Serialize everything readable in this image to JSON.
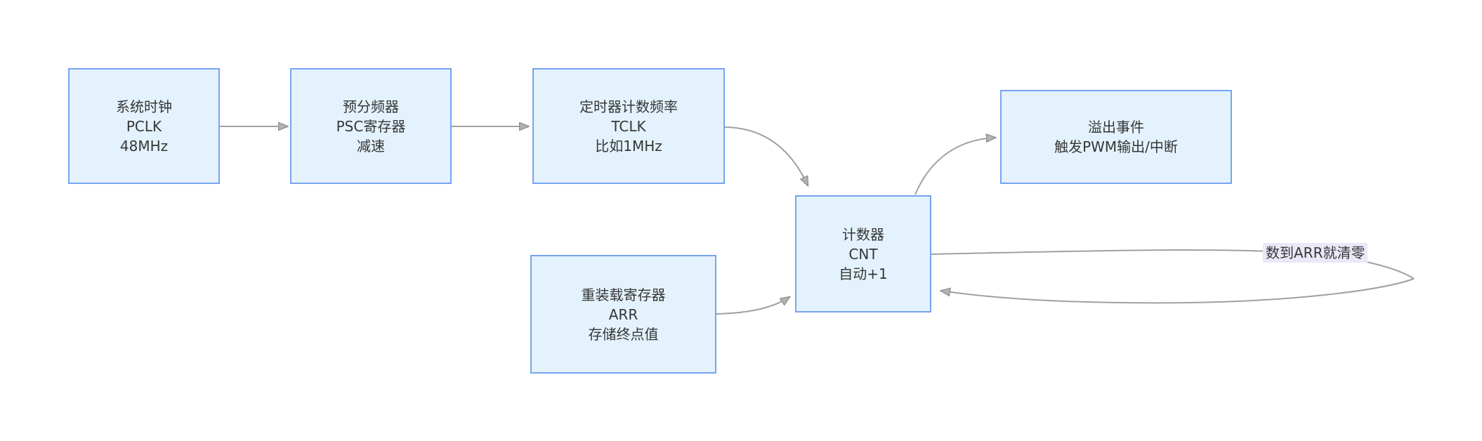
{
  "diagram": {
    "title": "timer-counter-flow-diagram",
    "colors": {
      "background": "#ffffff",
      "node_fill": "#e3f2fc",
      "node_border": "#77a4f0",
      "edge_stroke": "#a0a0a0",
      "arrowhead_fill": "#b3b3b3",
      "text": "#363636",
      "edge_label_bg": "#ece7f8"
    },
    "nodes": [
      {
        "id": "system-clock",
        "lines": [
          "系统时钟",
          "PCLK",
          "48MHz"
        ]
      },
      {
        "id": "prescaler",
        "lines": [
          "预分频器",
          "PSC寄存器",
          "减速"
        ]
      },
      {
        "id": "timer-clock",
        "lines": [
          "定时器计数频率",
          "TCLK",
          "比如1MHz"
        ]
      },
      {
        "id": "counter",
        "lines": [
          "计数器",
          "CNT",
          "自动+1"
        ]
      },
      {
        "id": "overflow-event",
        "lines": [
          "溢出事件",
          "触发PWM输出/中断"
        ]
      },
      {
        "id": "reload-register",
        "lines": [
          "重装载寄存器",
          "ARR",
          "存储终点值"
        ]
      }
    ],
    "edge_label": {
      "text": "数到ARR就清零"
    }
  }
}
